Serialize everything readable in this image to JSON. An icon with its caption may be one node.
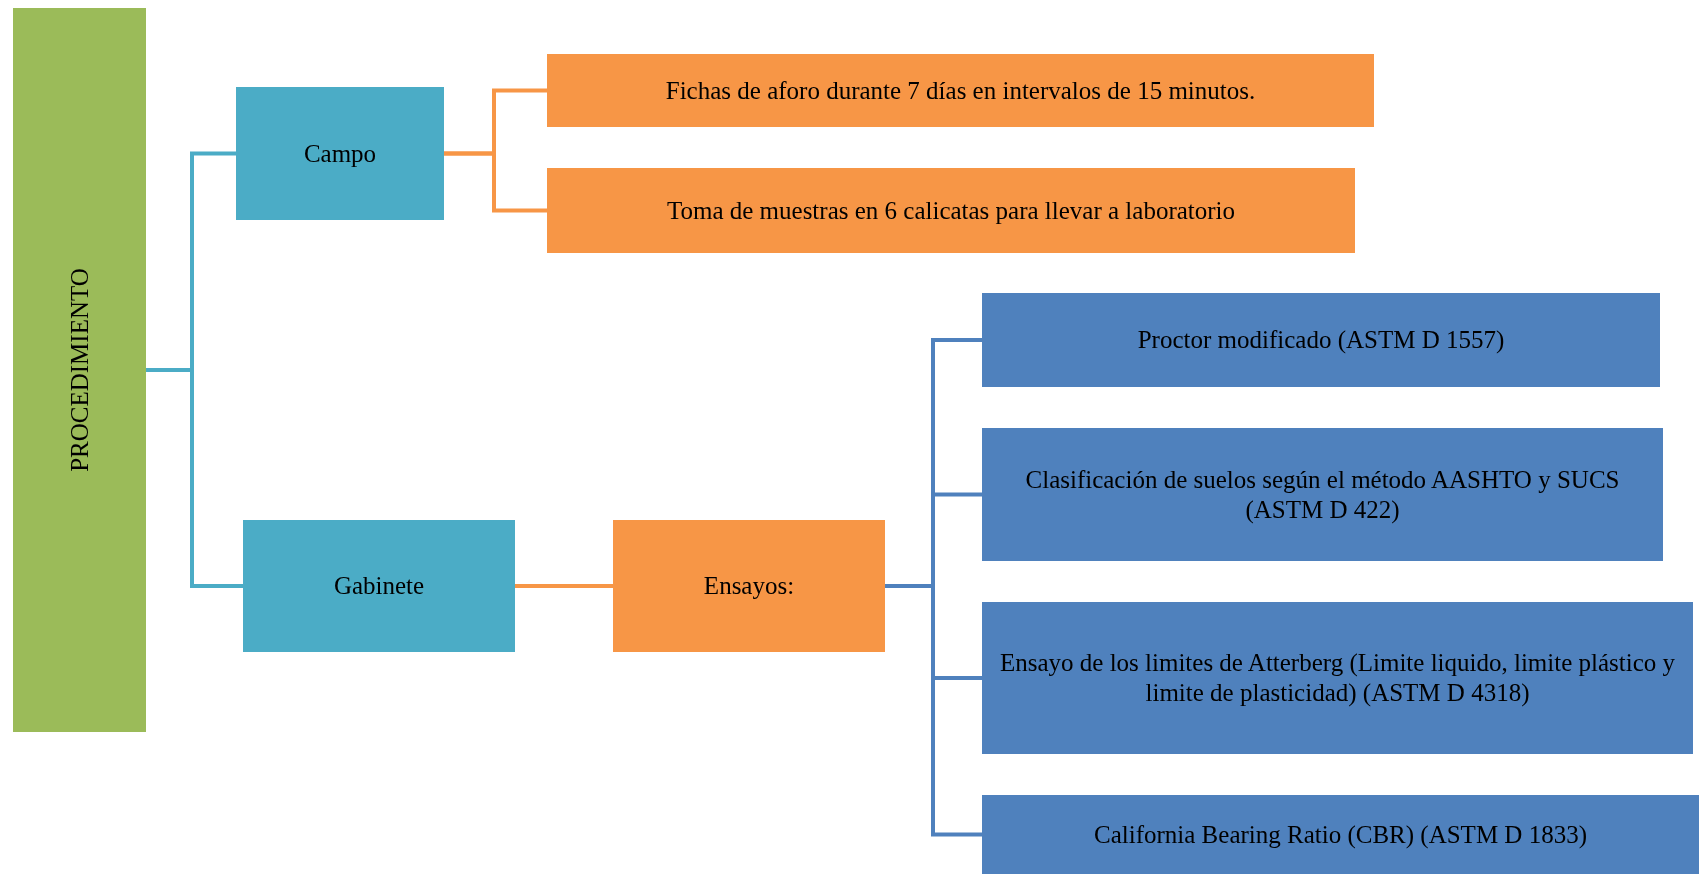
{
  "diagram": {
    "nodes": [
      {
        "text": [
          "PROCEDIMIENTO"
        ]
      },
      {
        "text": [
          "Campo"
        ]
      },
      {
        "text": [
          "Fichas de aforo durante 7 días en intervalos de 15 minutos."
        ]
      },
      {
        "text": [
          "Toma de muestras en 6 calicatas para llevar a laboratorio"
        ]
      },
      {
        "text": [
          "Gabinete"
        ]
      },
      {
        "text": [
          "Ensayos:"
        ]
      },
      {
        "text": [
          "Proctor modificado (ASTM D 1557)"
        ]
      },
      {
        "text": [
          "Clasificación de suelos según el método AASHTO y SUCS (ASTM D 422)"
        ]
      },
      {
        "text": [
          "Ensayo de los limites de Atterberg (Limite liquido, limite plástico y limite de plasticidad) (ASTM D 4318)"
        ]
      },
      {
        "text": [
          "California Bearing Ratio (CBR) (ASTM D 1833)"
        ]
      }
    ],
    "edges": [
      {
        "from": 0,
        "to": 1,
        "arrow": "none",
        "color": "#4bacc6"
      },
      {
        "from": 0,
        "to": 4,
        "arrow": "none",
        "color": "#4bacc6"
      },
      {
        "from": 1,
        "to": 2,
        "arrow": "none",
        "color": "#f79646"
      },
      {
        "from": 1,
        "to": 3,
        "arrow": "none",
        "color": "#f79646"
      },
      {
        "from": 4,
        "to": 5,
        "arrow": "none",
        "color": "#f79646"
      },
      {
        "from": 5,
        "to": 6,
        "arrow": "none"
      },
      {
        "from": 5,
        "to": 7,
        "arrow": "none"
      },
      {
        "from": 5,
        "to": 8,
        "arrow": "none"
      },
      {
        "from": 5,
        "to": 9,
        "arrow": "none"
      }
    ]
  }
}
